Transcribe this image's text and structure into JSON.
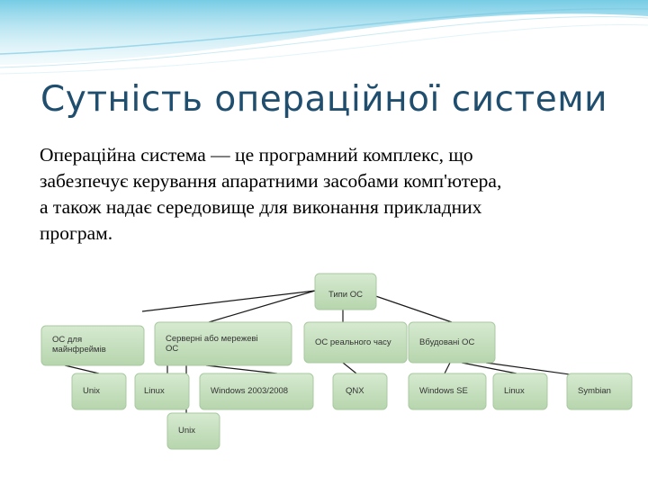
{
  "slide": {
    "title": "Сутність операційної системи",
    "body_lines": [
      "Операційна система — це програмний комплекс, що",
      "забезпечує керування апаратними засобами  комп'ютера,",
      "а також надає середовище для виконання прикладних",
      "програм."
    ]
  },
  "diagram": {
    "root": "Типи ОС",
    "categories": [
      {
        "lines": [
          "ОС для",
          "майнфреймів"
        ]
      },
      {
        "lines": [
          "Серверні або мережеві",
          "ОС"
        ]
      },
      {
        "lines": [
          "ОС реального часу"
        ]
      },
      {
        "lines": [
          "Вбудовані ОС"
        ]
      }
    ],
    "leaves": [
      "Unix",
      "Linux",
      "Windows 2003/2008",
      "QNX",
      "Windows SE",
      "Linux",
      "Symbian",
      "Unix"
    ]
  },
  "colors": {
    "title": "#1f4e6e",
    "node_fill": "#c7dfc0",
    "node_stroke": "#a9c9a1",
    "connector": "#1a1a1a",
    "wave": "#8fd3e6"
  }
}
